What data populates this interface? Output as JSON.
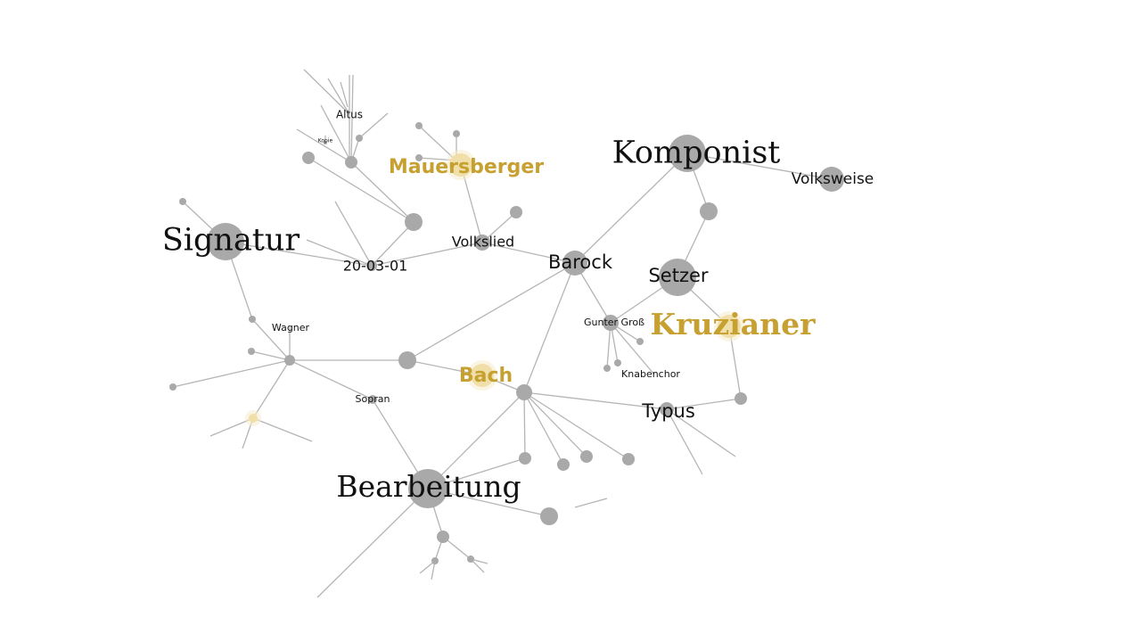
{
  "graph": {
    "labels": {
      "altus": "Altus",
      "kopie": "Kopie",
      "mauersberger": "Mauersberger",
      "komponist": "Komponist",
      "volksweise": "Volksweise",
      "signatur": "Signatur",
      "volkslied": "Volkslied",
      "date": "20-03-01",
      "barock": "Barock",
      "setzer": "Setzer",
      "kruzianer": "Kruzianer",
      "gunter": "Gunter Groß",
      "wagner": "Wagner",
      "bach": "Bach",
      "knabenchor": "Knabenchor",
      "sopran": "Sopran",
      "typus": "Typus",
      "bearbeitung": "Bearbeitung"
    },
    "highlight_color": "#c7a032",
    "node_color": "#a9a9a9",
    "edge_color": "#b5b5b5"
  }
}
